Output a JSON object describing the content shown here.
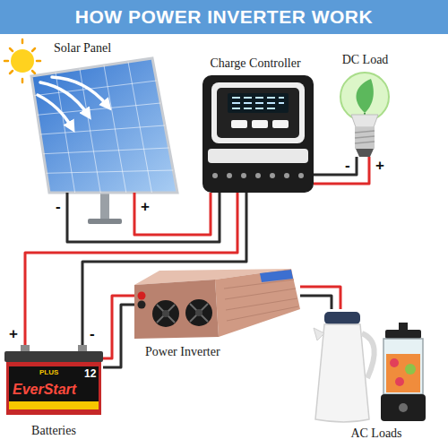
{
  "diagram": {
    "title": "HOW POWER INVERTER WORK",
    "nodes": [
      {
        "text": [
          "Solar Panel"
        ]
      },
      {
        "text": [
          "Charge Controller"
        ]
      },
      {
        "text": [
          "DC Load"
        ]
      },
      {
        "text": [
          "Power Inverter"
        ]
      },
      {
        "text": [
          "Batteries"
        ]
      },
      {
        "text": [
          "AC Loads"
        ]
      }
    ],
    "edges": [
      {
        "from": 0,
        "to": 1,
        "arrow": "none"
      },
      {
        "from": 1,
        "to": 2,
        "arrow": "none"
      },
      {
        "from": 1,
        "to": 4,
        "arrow": "none"
      },
      {
        "from": 4,
        "to": 3,
        "arrow": "none"
      },
      {
        "from": 3,
        "to": 5,
        "arrow": "none"
      }
    ],
    "labels": [
      "-",
      "+",
      "-",
      "+",
      "+",
      "-",
      "PLUS",
      "EverStart",
      "12"
    ]
  }
}
